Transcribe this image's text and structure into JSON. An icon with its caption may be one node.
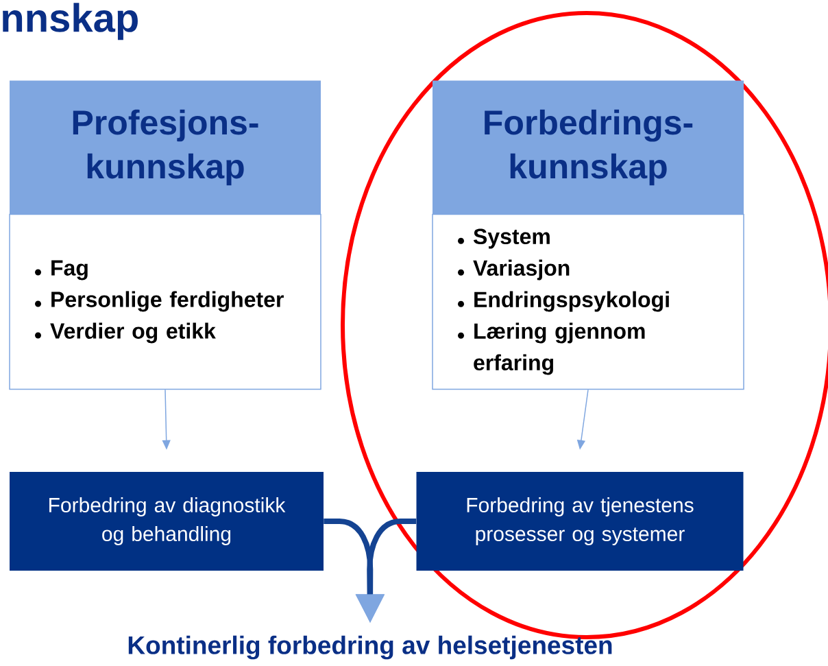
{
  "diagram": {
    "title": "nnskap",
    "nodes": [
      {
        "text": [
          "Profesjons- kunnskap"
        ]
      },
      {
        "text": [
          "Fag",
          "Personlige ferdigheter",
          "Verdier og etikk"
        ]
      },
      {
        "text": [
          "Forbedrings- kunnskap"
        ]
      },
      {
        "text": [
          "System",
          "Variasjon",
          "Endringspsykologi",
          "Læring gjennom erfaring"
        ]
      },
      {
        "text": [
          "Forbedring av diagnostikk og behandling"
        ]
      },
      {
        "text": [
          "Forbedring av tjenestens prosesser og systemer"
        ]
      },
      {
        "text": [
          "Kontinerlig forbedring av helsetjenesten"
        ]
      }
    ],
    "edges": [
      {
        "from": 1,
        "to": 4,
        "arrow": "to"
      },
      {
        "from": 3,
        "to": 5,
        "arrow": "to"
      },
      {
        "from": 4,
        "to": 6,
        "arrow": "to",
        "style": "thick",
        "color": "#144392"
      },
      {
        "from": 5,
        "to": 6,
        "arrow": "to",
        "style": "thick",
        "color": "#144392"
      }
    ]
  }
}
